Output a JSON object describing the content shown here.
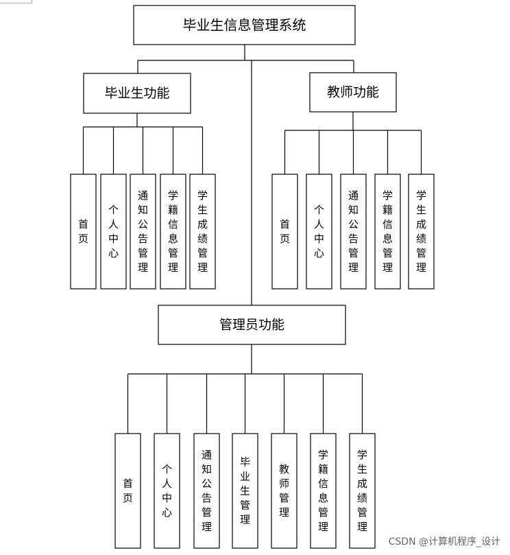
{
  "diagram": {
    "root": "毕业生信息管理系统",
    "groups": [
      {
        "id": "graduate",
        "label": "毕业生功能",
        "items": [
          "首页",
          "个人中心",
          "通知公告管理",
          "学籍信息管理",
          "学生成绩管理"
        ]
      },
      {
        "id": "teacher",
        "label": "教师功能",
        "items": [
          "首页",
          "个人中心",
          "通知公告管理",
          "学籍信息管理",
          "学生成绩管理"
        ]
      },
      {
        "id": "admin",
        "label": "管理员功能",
        "items": [
          "首页",
          "个人中心",
          "通知公告管理",
          "毕业生管理",
          "教师管理",
          "学籍信息管理",
          "学生成绩管理"
        ]
      }
    ]
  },
  "watermark": "CSDN @计算机程序_设计"
}
